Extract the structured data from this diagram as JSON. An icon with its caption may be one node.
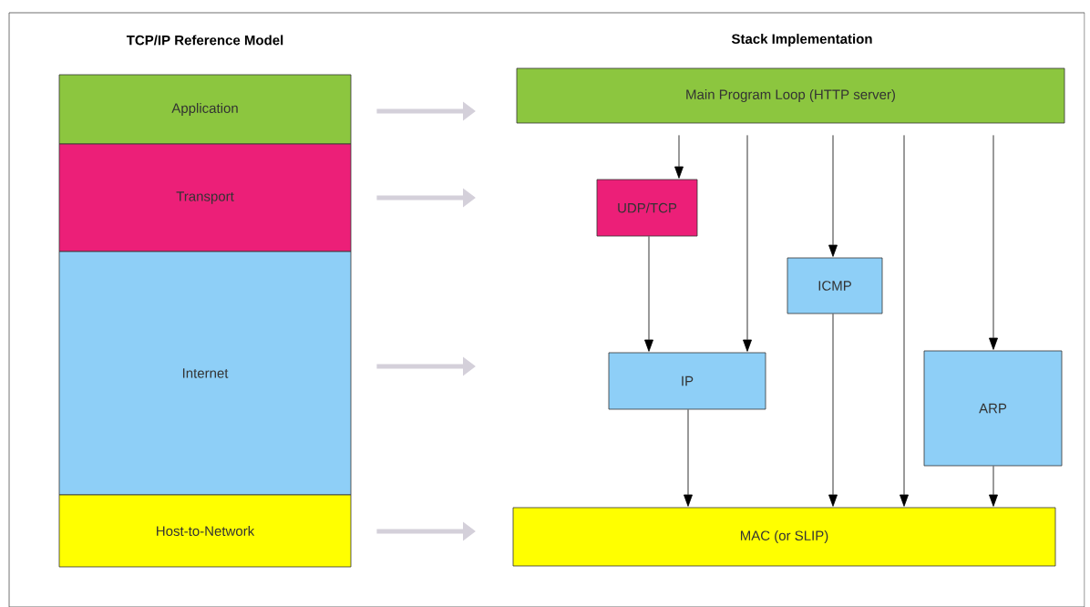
{
  "diagram": {
    "nodes": [
      {
        "text": [
          "Application"
        ]
      },
      {
        "text": [
          "Transport"
        ]
      },
      {
        "text": [
          "Internet"
        ]
      },
      {
        "text": [
          "Host-to-Network"
        ]
      },
      {
        "text": [
          "Main Program Loop (HTTP server)"
        ]
      },
      {
        "text": [
          "UDP/TCP"
        ]
      },
      {
        "text": [
          "ICMP"
        ]
      },
      {
        "text": [
          "IP"
        ]
      },
      {
        "text": [
          "ARP"
        ]
      },
      {
        "text": [
          "MAC (or SLIP)"
        ]
      }
    ],
    "edges": [
      {
        "from": 0,
        "to": null,
        "arrow": "to",
        "style": "thick",
        "color": "#d4d0da"
      },
      {
        "from": 1,
        "to": null,
        "arrow": "to",
        "style": "thick",
        "color": "#d4d0da"
      },
      {
        "from": 2,
        "to": null,
        "arrow": "to",
        "style": "thick",
        "color": "#d4d0da"
      },
      {
        "from": 3,
        "to": null,
        "arrow": "to",
        "style": "thick",
        "color": "#d4d0da"
      },
      {
        "from": 4,
        "to": 5,
        "arrow": "to"
      },
      {
        "from": 4,
        "to": 7,
        "arrow": "to"
      },
      {
        "from": 4,
        "to": 6,
        "arrow": "to"
      },
      {
        "from": 4,
        "to": 9,
        "arrow": "to"
      },
      {
        "from": 4,
        "to": 8,
        "arrow": "to"
      },
      {
        "from": 5,
        "to": 7,
        "arrow": "to"
      },
      {
        "from": 6,
        "to": 9,
        "arrow": "to"
      },
      {
        "from": 7,
        "to": 9,
        "arrow": "to"
      },
      {
        "from": 8,
        "to": 9,
        "arrow": "to"
      }
    ],
    "labels": [
      "TCP/IP Reference Model",
      "Stack Implementation"
    ]
  }
}
